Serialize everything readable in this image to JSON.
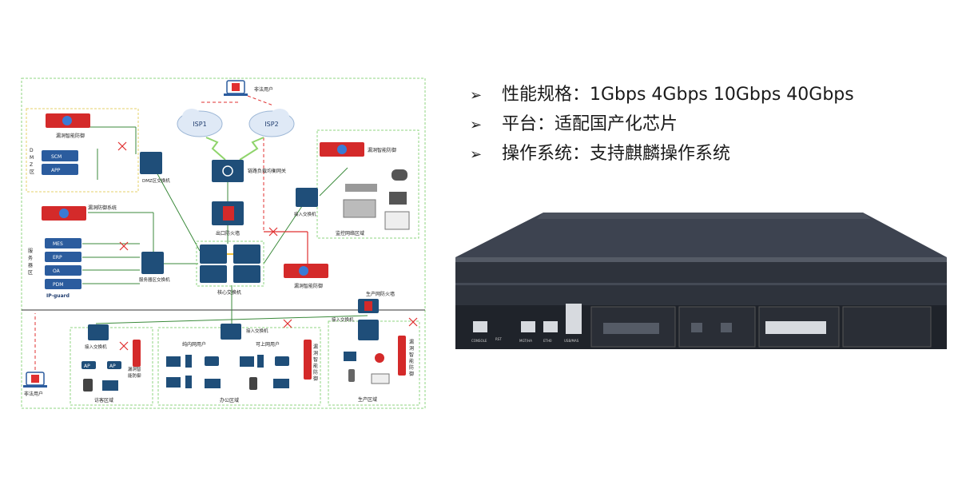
{
  "network": {
    "illegal_user_top": "非法用户",
    "isp1": "ISP1",
    "isp2": "ISP2",
    "lb_gateway": "链路负载均衡网关",
    "exit_firewall": "出口防火墙",
    "core_switch": "核心交换机",
    "dmz_label": "DMZ区",
    "dmz_vertical": [
      "D",
      "M",
      "Z",
      "区"
    ],
    "dmz_switch": "DMZ区交换机",
    "dmz_servers": [
      "SCM",
      "APP"
    ],
    "dmz_defense": "漏洞智能防御",
    "server_vertical": [
      "服",
      "务",
      "器",
      "区"
    ],
    "server_defense": "漏洞防御系统",
    "server_switch": "服务器区交换机",
    "server_list": [
      "MES",
      "ERP",
      "OA",
      "PDM"
    ],
    "brand_logo": "IP-guard",
    "monitor_defense": "漏洞智能防御",
    "monitor_access_switch": "接入交换机",
    "monitor_area": "监控网络区域",
    "core_defense": "漏洞智能防御",
    "prod_firewall": "生产网防火墙",
    "prod_access_switch": "接入交换机",
    "prod_defense_vertical": [
      "漏",
      "洞",
      "智",
      "能",
      "防",
      "御"
    ],
    "prod_area": "生产区域",
    "visitor_access_switch": "接入交换机",
    "visitor_defense": [
      "漏洞智",
      "能防御"
    ],
    "visitor_area": "访客区域",
    "ap_label": "AP",
    "office_access_switch": "接入交换机",
    "office_intranet_users": "纯内网用户",
    "office_internet_users": "可上网用户",
    "office_defense_vertical": [
      "漏",
      "洞",
      "智",
      "能",
      "防",
      "御"
    ],
    "office_area": "办公区域",
    "illegal_user_bottom": "非法用户"
  },
  "bullets": [
    "性能规格：1Gbps   4Gbps  10Gbps   40Gbps",
    "平台：适配国产化芯片",
    "操作系统：支持麒麟操作系统"
  ],
  "bullet_marker": "➢",
  "device_ports": [
    "CONSOLE",
    "RST",
    "MGT/HA",
    "ETH0",
    "USB/MAS"
  ],
  "colors": {
    "defense_red": "#d42a2a",
    "switch_blue": "#1f4e79",
    "server_blue": "#2b5c9e",
    "dashed_green": "#7fcf6b",
    "attack_red": "#e03030",
    "link_green": "#3b8a3b"
  }
}
